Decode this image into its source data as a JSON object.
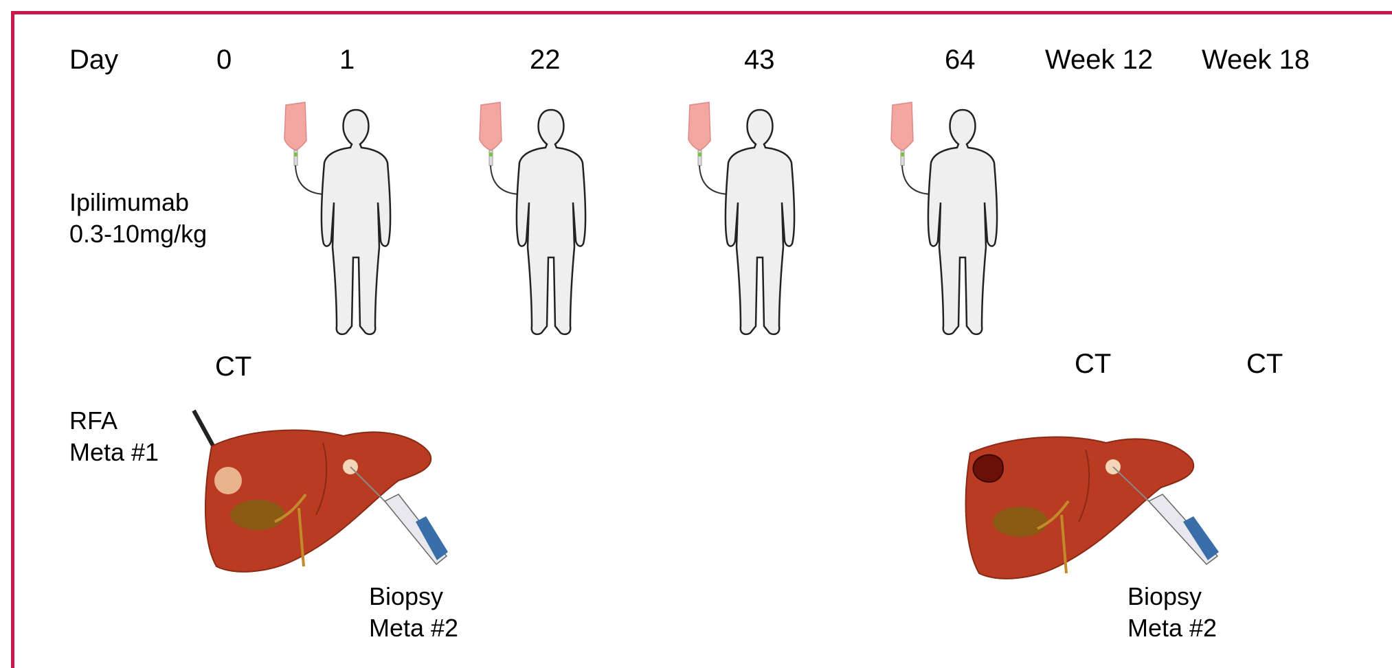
{
  "header": {
    "day_label": "Day",
    "timepoints": [
      "0",
      "1",
      "22",
      "43",
      "64",
      "Week 12",
      "Week 18"
    ]
  },
  "treatment": {
    "drug_label": "Ipilimumab\n0.3-10mg/kg"
  },
  "imaging": {
    "ct_label": "CT",
    "ct_at": [
      "0",
      "Week 12",
      "Week 18"
    ]
  },
  "procedures": {
    "rfa_label": "RFA\nMeta #1",
    "biopsy_label": "Biopsy\nMeta #2"
  },
  "colors": {
    "frame": "#c8174a",
    "liver": "#b83b22",
    "iv_bag": "#f4a6a0",
    "body_fill": "#efefef",
    "device": "#3a6ea8"
  },
  "icons": [
    "iv-bag-icon",
    "person-silhouette-icon",
    "liver-icon",
    "rfa-probe-icon",
    "biopsy-needle-icon"
  ]
}
